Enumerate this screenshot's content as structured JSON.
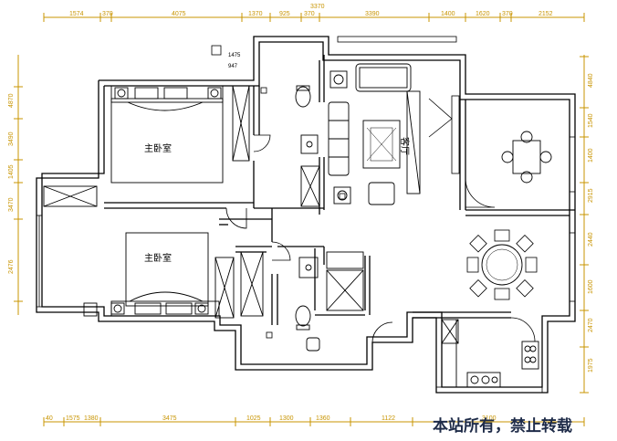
{
  "dimensions_top": [
    "1574",
    "370",
    "4075",
    "1370",
    "925",
    "370",
    "3390",
    "1400",
    "1620",
    "370",
    "2152"
  ],
  "dimension_top_total": "3370",
  "dimensions_bottom": [
    "40",
    "1575",
    "1380",
    "3475",
    "1025",
    "1300",
    "1360",
    "1122",
    "3100"
  ],
  "dimensions_left": [
    "4870",
    "3490",
    "1405",
    "3470",
    "2476"
  ],
  "dimensions_right": [
    "4840",
    "1540",
    "1400",
    "2915",
    "2440",
    "1600",
    "2470",
    "1975"
  ],
  "note_small": [
    "1475",
    "947"
  ],
  "rooms": {
    "master_bedroom_1": "主卧室",
    "master_bedroom_2": "主卧室",
    "living_room": "客厅"
  },
  "watermark": "本站所有，禁止转载",
  "colors": {
    "walls": "#000000",
    "dimensions": "#c89400",
    "watermark": "#1e2b48"
  }
}
